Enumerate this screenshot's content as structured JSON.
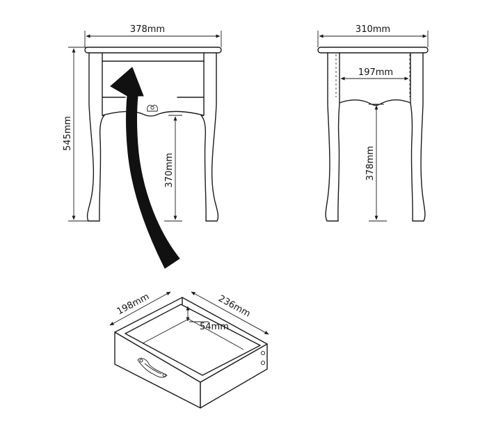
{
  "dimensions": {
    "front_width": "378mm",
    "front_height": "545mm",
    "front_leg_clearance": "370mm",
    "side_depth": "310mm",
    "side_inner_width": "197mm",
    "side_leg_clearance": "378mm",
    "drawer_width": "198mm",
    "drawer_depth": "236mm",
    "drawer_height": "54mm"
  },
  "colors": {
    "line": "#1a1a1a",
    "background": "#ffffff",
    "arrow": "#111111"
  },
  "icons": {
    "arrow": "curved-arrow-icon",
    "ornament": "ornament-icon",
    "handle": "drawer-handle-icon"
  }
}
